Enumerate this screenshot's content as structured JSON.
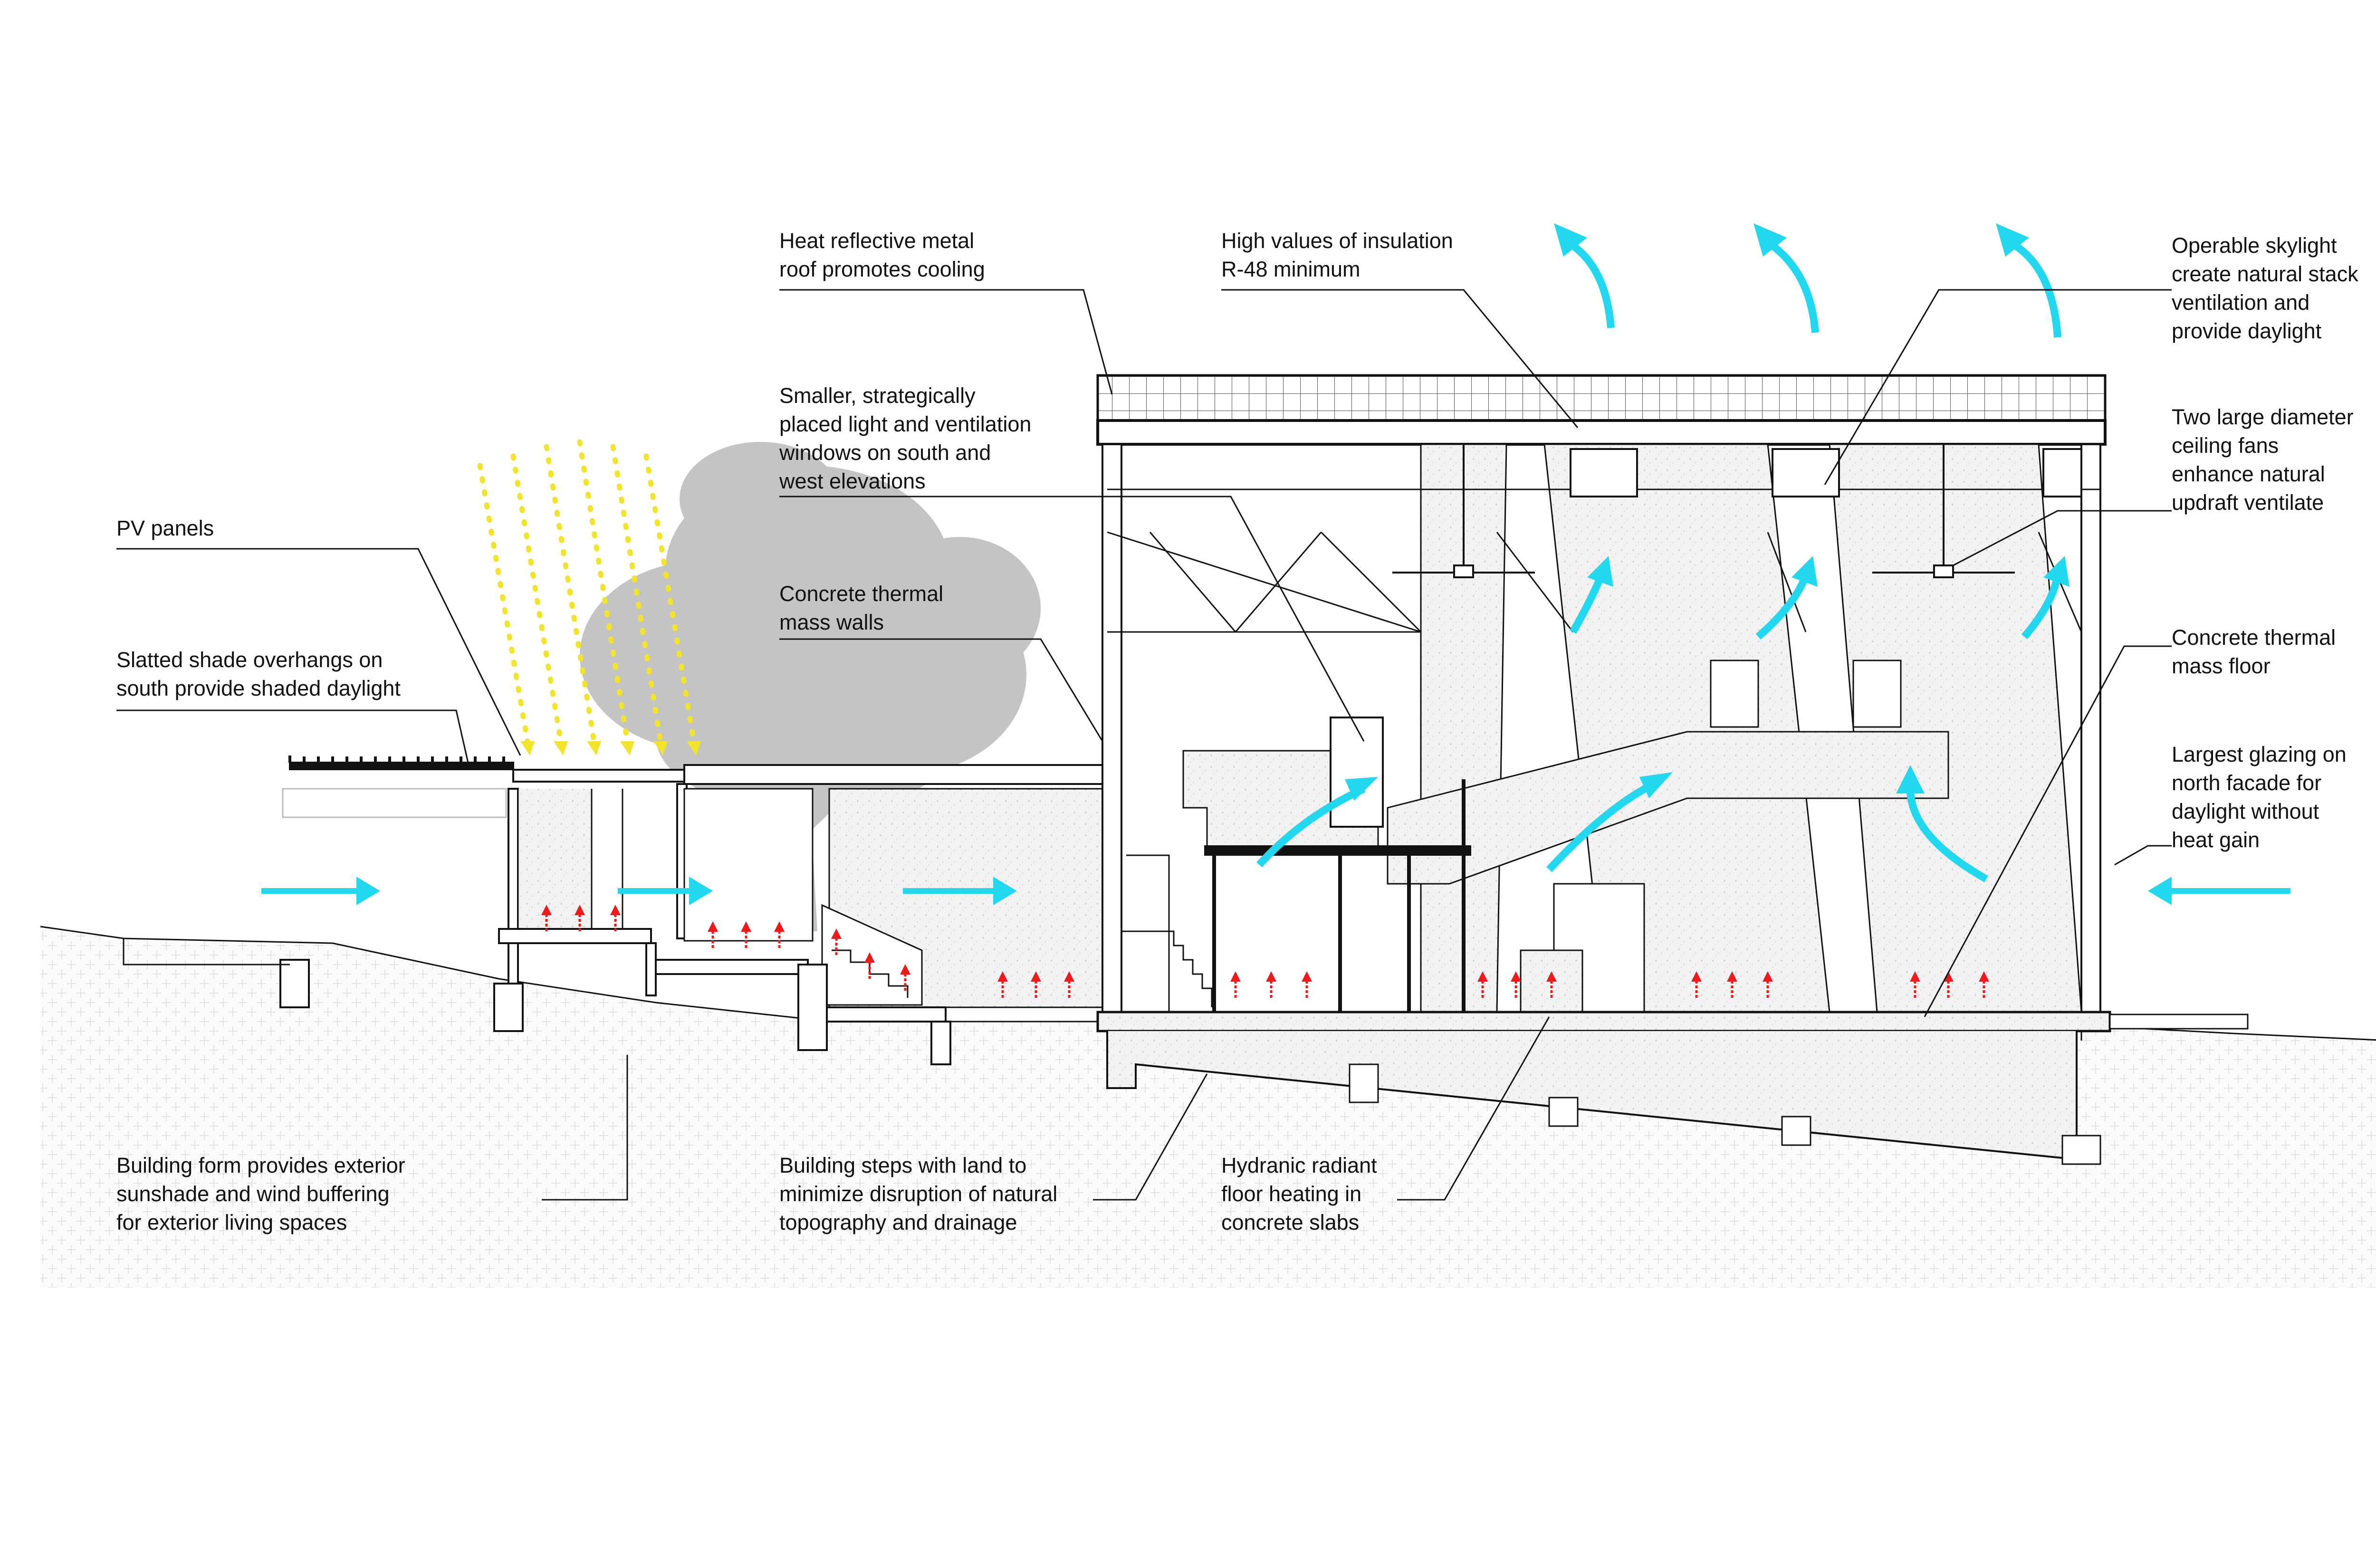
{
  "colors": {
    "airflow": "#22d8ef",
    "heat": "#f01818",
    "sun": "#f2e42a",
    "tree": "#c4c4c4",
    "concrete": "#f0f0f0",
    "line": "#111111"
  },
  "icons": {
    "airflow": "airflow-arrow-icon",
    "heat": "heat-rise-arrow-icon",
    "sun": "sun-ray-icon",
    "fan": "ceiling-fan-icon",
    "tree": "tree-icon"
  },
  "annotations": [
    {
      "id": "pv-panels",
      "lines": [
        "PV panels"
      ]
    },
    {
      "id": "slatted-shade",
      "lines": [
        "Slatted shade overhangs on",
        "south provide shaded daylight"
      ]
    },
    {
      "id": "metal-roof",
      "lines": [
        "Heat reflective metal",
        "roof promotes cooling"
      ]
    },
    {
      "id": "smaller-windows",
      "lines": [
        "Smaller, strategically",
        "placed light and ventilation",
        "windows on south and",
        "west elevations"
      ]
    },
    {
      "id": "thermal-walls",
      "lines": [
        "Concrete thermal",
        "mass walls"
      ]
    },
    {
      "id": "insulation",
      "lines": [
        "High values of insulation",
        "R-48 minimum"
      ]
    },
    {
      "id": "skylight",
      "lines": [
        "Operable skylight",
        "create natural stack",
        "ventilation and",
        "provide daylight"
      ]
    },
    {
      "id": "ceiling-fans",
      "lines": [
        "Two large diameter",
        "ceiling fans",
        "enhance natural",
        "updraft ventilate"
      ]
    },
    {
      "id": "thermal-floor",
      "lines": [
        "Concrete thermal",
        "mass floor"
      ]
    },
    {
      "id": "north-glazing",
      "lines": [
        "Largest glazing on",
        "north facade for",
        "daylight without",
        "heat gain"
      ]
    },
    {
      "id": "building-form",
      "lines": [
        "Building form provides exterior",
        "sunshade and wind buffering",
        "for exterior living spaces"
      ]
    },
    {
      "id": "building-steps",
      "lines": [
        "Building steps with land to",
        "minimize disruption of natural",
        "topography and drainage"
      ]
    },
    {
      "id": "radiant-heating",
      "lines": [
        "Hydranic radiant",
        "floor heating in",
        "concrete slabs"
      ]
    }
  ]
}
